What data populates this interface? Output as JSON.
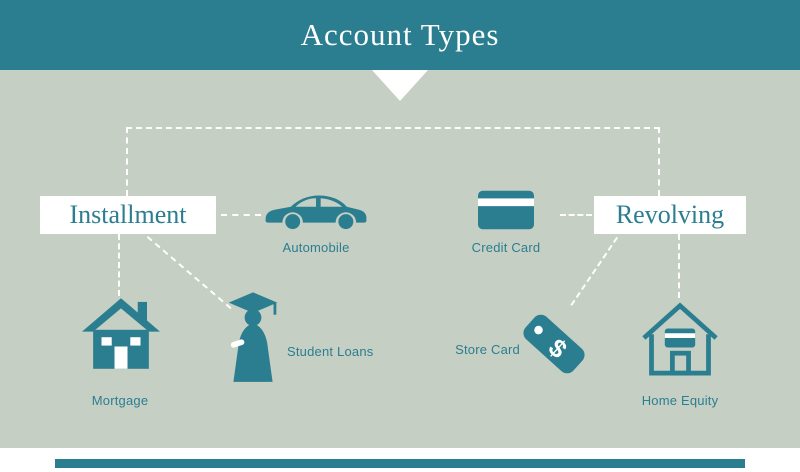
{
  "colors": {
    "teal": "#2b7e90",
    "sage": "#c6cfc3",
    "white": "#ffffff"
  },
  "header": {
    "title": "Account Types"
  },
  "branches": {
    "installment": {
      "label": "Installment"
    },
    "revolving": {
      "label": "Revolving"
    }
  },
  "items": {
    "automobile": {
      "label": "Automobile"
    },
    "credit_card": {
      "label": "Credit Card"
    },
    "mortgage": {
      "label": "Mortgage"
    },
    "student_loans": {
      "label": "Student Loans"
    },
    "store_card": {
      "label": "Store Card",
      "symbol": "$"
    },
    "home_equity": {
      "label": "Home Equity"
    }
  }
}
